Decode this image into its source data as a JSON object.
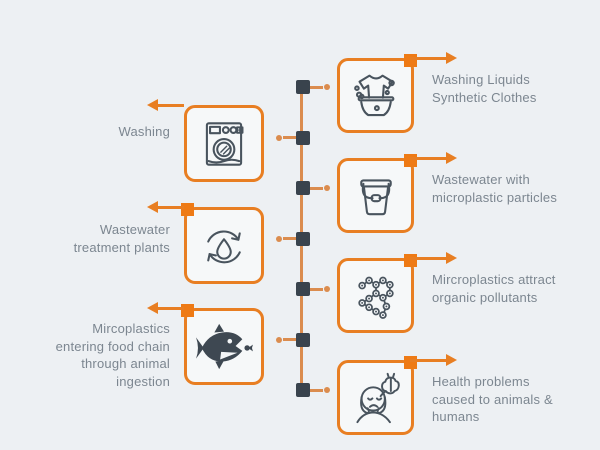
{
  "palette": {
    "background": "#EDF0F3",
    "accent_orange": "#E87E22",
    "connector_square_orange": "#EE7A15",
    "timeline_orange": "#DB8C4E",
    "node_slate": "#39434D",
    "icon_stroke": "#49545E",
    "text_gray": "#7C8690"
  },
  "timeline": {
    "node_count": 7
  },
  "items": [
    {
      "id": "washing-liquids",
      "side": "right",
      "icon": "laundry-tub-icon",
      "lines": [
        "Washing Liquids",
        "Synthetic Clothes"
      ]
    },
    {
      "id": "washing",
      "side": "left",
      "icon": "washing-machine-icon",
      "lines": [
        "Washing"
      ]
    },
    {
      "id": "wastewater-particles",
      "side": "right",
      "icon": "bucket-icon",
      "lines": [
        "Wastewater with",
        "microplastic particles"
      ]
    },
    {
      "id": "treatment-plants",
      "side": "left",
      "icon": "water-recycle-icon",
      "lines": [
        "Wastewater",
        "treatment plants"
      ]
    },
    {
      "id": "organic-pollutants",
      "side": "right",
      "icon": "molecule-icon",
      "lines": [
        "Mircroplastics attract",
        "organic pollutants"
      ]
    },
    {
      "id": "food-chain",
      "side": "left",
      "icon": "fish-icon",
      "lines": [
        "Mircoplastics",
        "entering food chain",
        "through animal",
        "ingestion"
      ]
    },
    {
      "id": "health-problems",
      "side": "right",
      "icon": "woman-brain-icon",
      "lines": [
        "Health problems",
        "caused to animals &",
        "humans"
      ]
    }
  ]
}
